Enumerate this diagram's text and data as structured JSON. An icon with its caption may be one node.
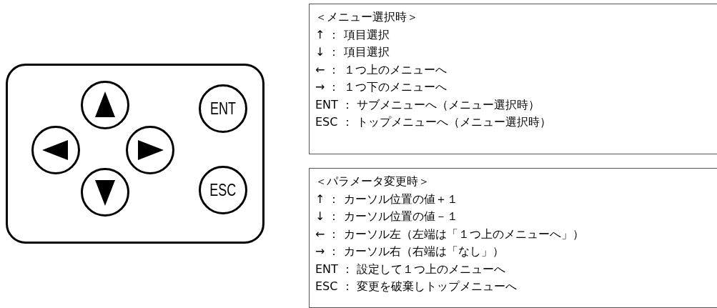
{
  "diagram": {
    "nodes": [
      {
        "text": [],
        "shape": "box"
      },
      {
        "text": [],
        "shape": "circle",
        "in": 0
      },
      {
        "text": [
          "ENT"
        ],
        "in": 0
      },
      {
        "text": [],
        "shape": "circle",
        "in": 0
      },
      {
        "text": [],
        "shape": "circle",
        "in": 0
      },
      {
        "text": [],
        "shape": "circle",
        "in": 0
      },
      {
        "text": [
          "ESC"
        ],
        "in": 0
      },
      {
        "text": [
          "＜メニュー選択時＞",
          "↑ ： 項目選択",
          "↓ ： 項目選択",
          "← ： １つ上のメニューへ",
          "→ ： １つ下のメニューへ",
          "ENT ： サブメニューへ（メニュー選択時）",
          "ESC ： トップメニューへ（メニュー選択時）"
        ]
      },
      {
        "text": [
          "＜パラメータ変更時＞",
          "↑ ： カーソル位置の値＋１",
          "↓ ： カーソル位置の値－１",
          "← ： カーソル左（左端は「１つ上のメニューへ」）",
          "→ ： カーソル右（右端は「なし」）",
          "ENT ： 設定して１つ上のメニューへ",
          "ESC ： 変更を破棄しトップメニューへ"
        ]
      }
    ]
  }
}
